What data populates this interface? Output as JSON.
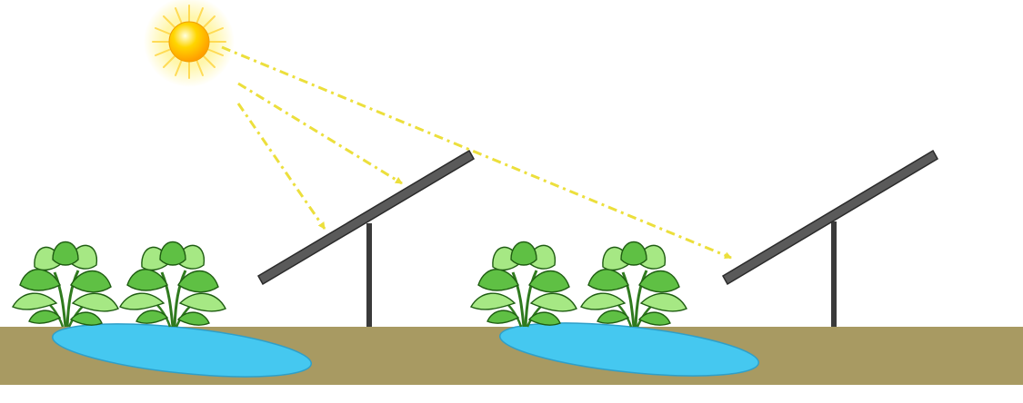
{
  "colors": {
    "background": "#ffffff",
    "ground": "#a89a62",
    "water": "#45c8f0",
    "water_outline": "#2f9fc8",
    "panel": "#5a5a5a",
    "panel_outline": "#2b2b2b",
    "post": "#3a3a3a",
    "sun_core": "#ffc400",
    "sun_glow": "#fff176",
    "sun_ray": "#ffd84a",
    "beam": "#ecdf3c",
    "leaf_light": "#9fe07a",
    "leaf_dark": "#4cab35",
    "leaf_outline": "#1f5d12"
  },
  "icons": {
    "sun": "sun-icon",
    "panel": "solar-panel",
    "plant": "leafy-plant-icon",
    "pond": "water-pond"
  },
  "scene": {
    "solar_units": 2,
    "plants_per_unit": 2,
    "sun_rays_count": 3
  }
}
